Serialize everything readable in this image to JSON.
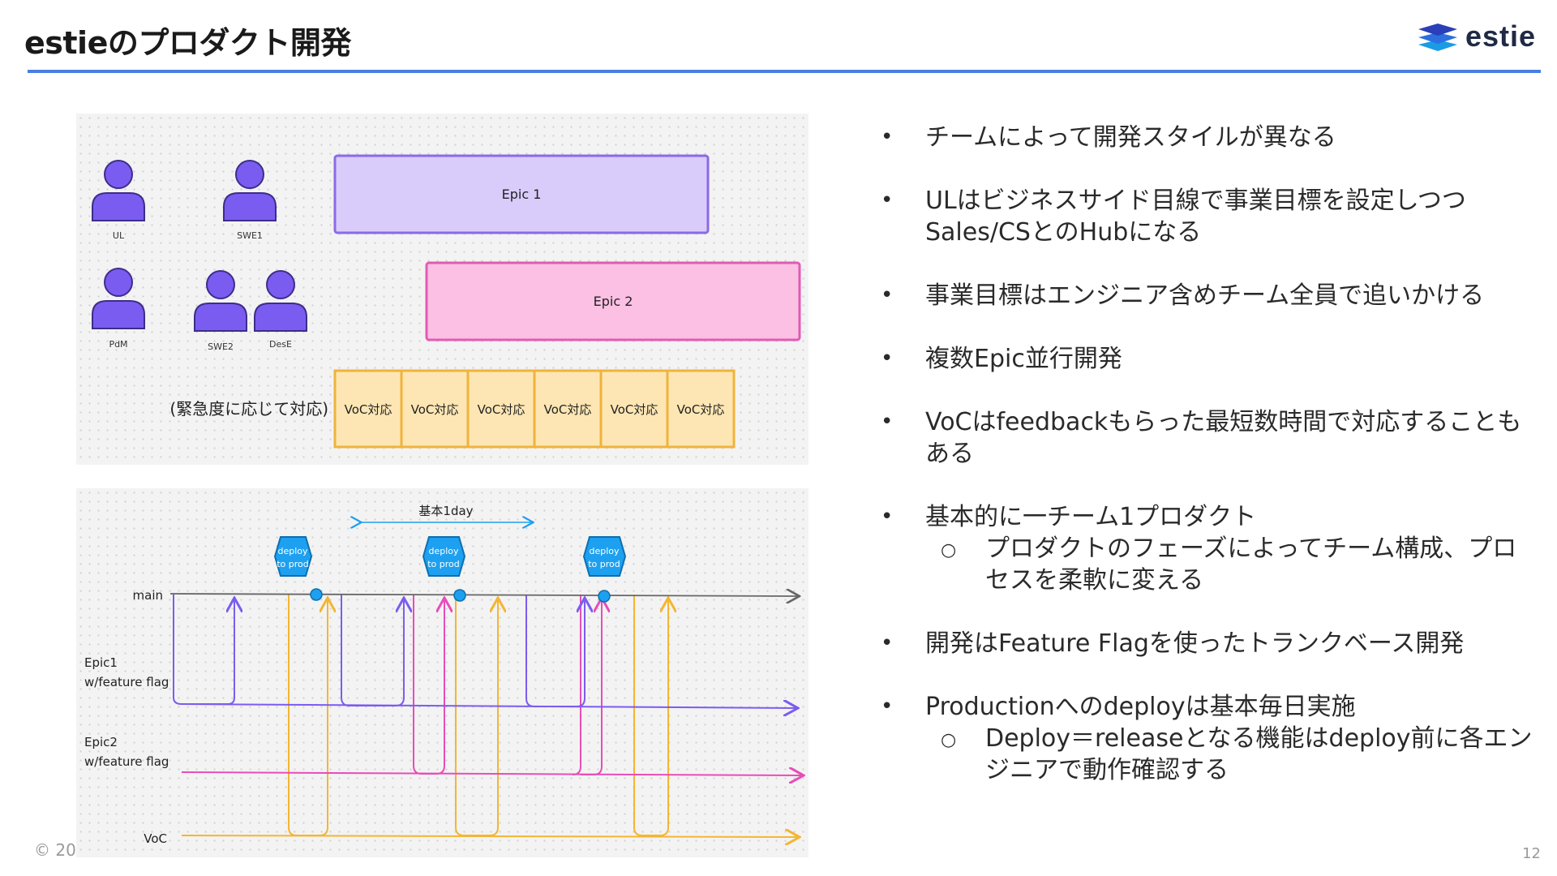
{
  "slide": {
    "title": "estieのプロダクト開発",
    "logo_text": "estie",
    "footer_copyright": "© 20",
    "page_number": "12",
    "accent_color": "#4a7fe0"
  },
  "team_diagram": {
    "members": [
      "UL",
      "SWE1",
      "PdM",
      "SWE2",
      "DesE"
    ],
    "epics": [
      {
        "label": "Epic 1",
        "fill": "#d9ccfb",
        "stroke": "#8b6ae6"
      },
      {
        "label": "Epic 2",
        "fill": "#fbc0e3",
        "stroke": "#e05bb4"
      }
    ],
    "voc_label": "(緊急度に応じて対応)",
    "voc_items": [
      "VoC対応",
      "VoC対応",
      "VoC対応",
      "VoC対応",
      "VoC対応",
      "VoC対応"
    ],
    "person_color": "#7b5cf0"
  },
  "branch_diagram": {
    "interval_label": "基本1day",
    "deploy_label_line1": "deploy",
    "deploy_label_line2": "to prod",
    "branches": [
      {
        "label_line1": "main",
        "label_line2": "",
        "color": "#666666"
      },
      {
        "label_line1": "Epic1",
        "label_line2": "w/feature flag",
        "color": "#7b5cf0"
      },
      {
        "label_line1": "Epic2",
        "label_line2": "w/feature flag",
        "color": "#e84cb8"
      },
      {
        "label_line1": "VoC",
        "label_line2": "",
        "color": "#f5b532"
      }
    ],
    "deploy_color": "#1ea0f0"
  },
  "bullets": [
    {
      "text": "チームによって開発スタイルが異なる",
      "sub": []
    },
    {
      "text": "ULはビジネスサイド目線で事業目標を設定しつつSales/CSとのHubになる",
      "sub": []
    },
    {
      "text": "事業目標はエンジニア含めチーム全員で追いかける",
      "sub": []
    },
    {
      "text": "複数Epic並行開発",
      "sub": []
    },
    {
      "text": "VoCはfeedbackもらった最短数時間で対応することもある",
      "sub": []
    },
    {
      "text": "基本的に一チーム1プロダクト",
      "sub": [
        "プロダクトのフェーズによってチーム構成、プロセスを柔軟に変える"
      ]
    },
    {
      "text": "開発はFeature Flagを使ったトランクベース開発",
      "sub": []
    },
    {
      "text": "Productionへのdeployは基本毎日実施",
      "sub": [
        "Deploy＝releaseとなる機能はdeploy前に各エンジニアで動作確認する"
      ]
    }
  ]
}
